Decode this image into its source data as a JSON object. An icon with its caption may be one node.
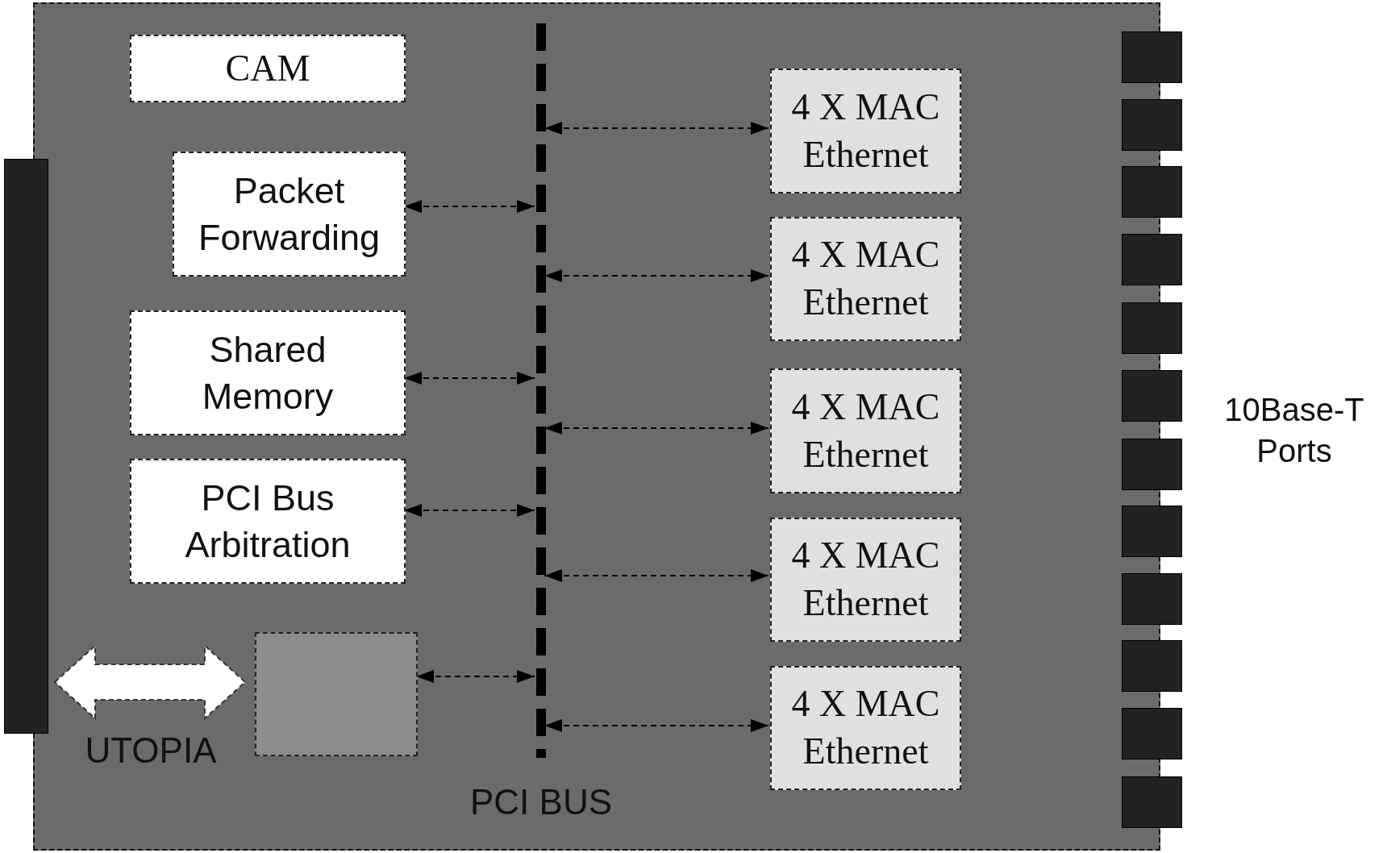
{
  "diagram": {
    "nodes": [
      {
        "text": [],
        "shape": "box"
      },
      {
        "text": [
          "CAM"
        ],
        "in": 0
      },
      {
        "text": [
          "Packet Forwarding"
        ],
        "in": 0
      },
      {
        "text": [
          "Shared Memory"
        ],
        "in": 0
      },
      {
        "text": [
          "PCI Bus Arbitration"
        ],
        "in": 0
      },
      {
        "text": [],
        "shape": "box",
        "in": 0
      },
      {
        "text": [],
        "shape": "bar",
        "in": 0,
        "beside": [
          "PCI BUS"
        ]
      },
      {
        "text": [
          "4 X MAC Ethernet"
        ],
        "in": 0
      },
      {
        "text": [
          "4 X MAC Ethernet"
        ],
        "in": 0
      },
      {
        "text": [
          "4 X MAC Ethernet"
        ],
        "in": 0
      },
      {
        "text": [
          "4 X MAC Ethernet"
        ],
        "in": 0
      },
      {
        "text": [
          "4 X MAC Ethernet"
        ],
        "in": 0
      },
      {
        "text": [],
        "shape": "bar"
      }
    ],
    "edges": [
      {
        "from": 2,
        "to": 6,
        "arrow": "both",
        "style": "dashed"
      },
      {
        "from": 3,
        "to": 6,
        "arrow": "both",
        "style": "dashed"
      },
      {
        "from": 4,
        "to": 6,
        "arrow": "both",
        "style": "dashed"
      },
      {
        "from": 5,
        "to": 6,
        "arrow": "both",
        "style": "dashed"
      },
      {
        "from": 6,
        "to": 7,
        "arrow": "both",
        "style": "dashed"
      },
      {
        "from": 6,
        "to": 8,
        "arrow": "both",
        "style": "dashed"
      },
      {
        "from": 6,
        "to": 9,
        "arrow": "both",
        "style": "dashed"
      },
      {
        "from": 6,
        "to": 10,
        "arrow": "both",
        "style": "dashed"
      },
      {
        "from": 6,
        "to": 11,
        "arrow": "both",
        "style": "dashed"
      },
      {
        "from": 12,
        "to": 5,
        "arrow": "both",
        "style": "thick",
        "label": "UTOPIA"
      }
    ],
    "labels": [
      "10Base-T Ports"
    ]
  }
}
